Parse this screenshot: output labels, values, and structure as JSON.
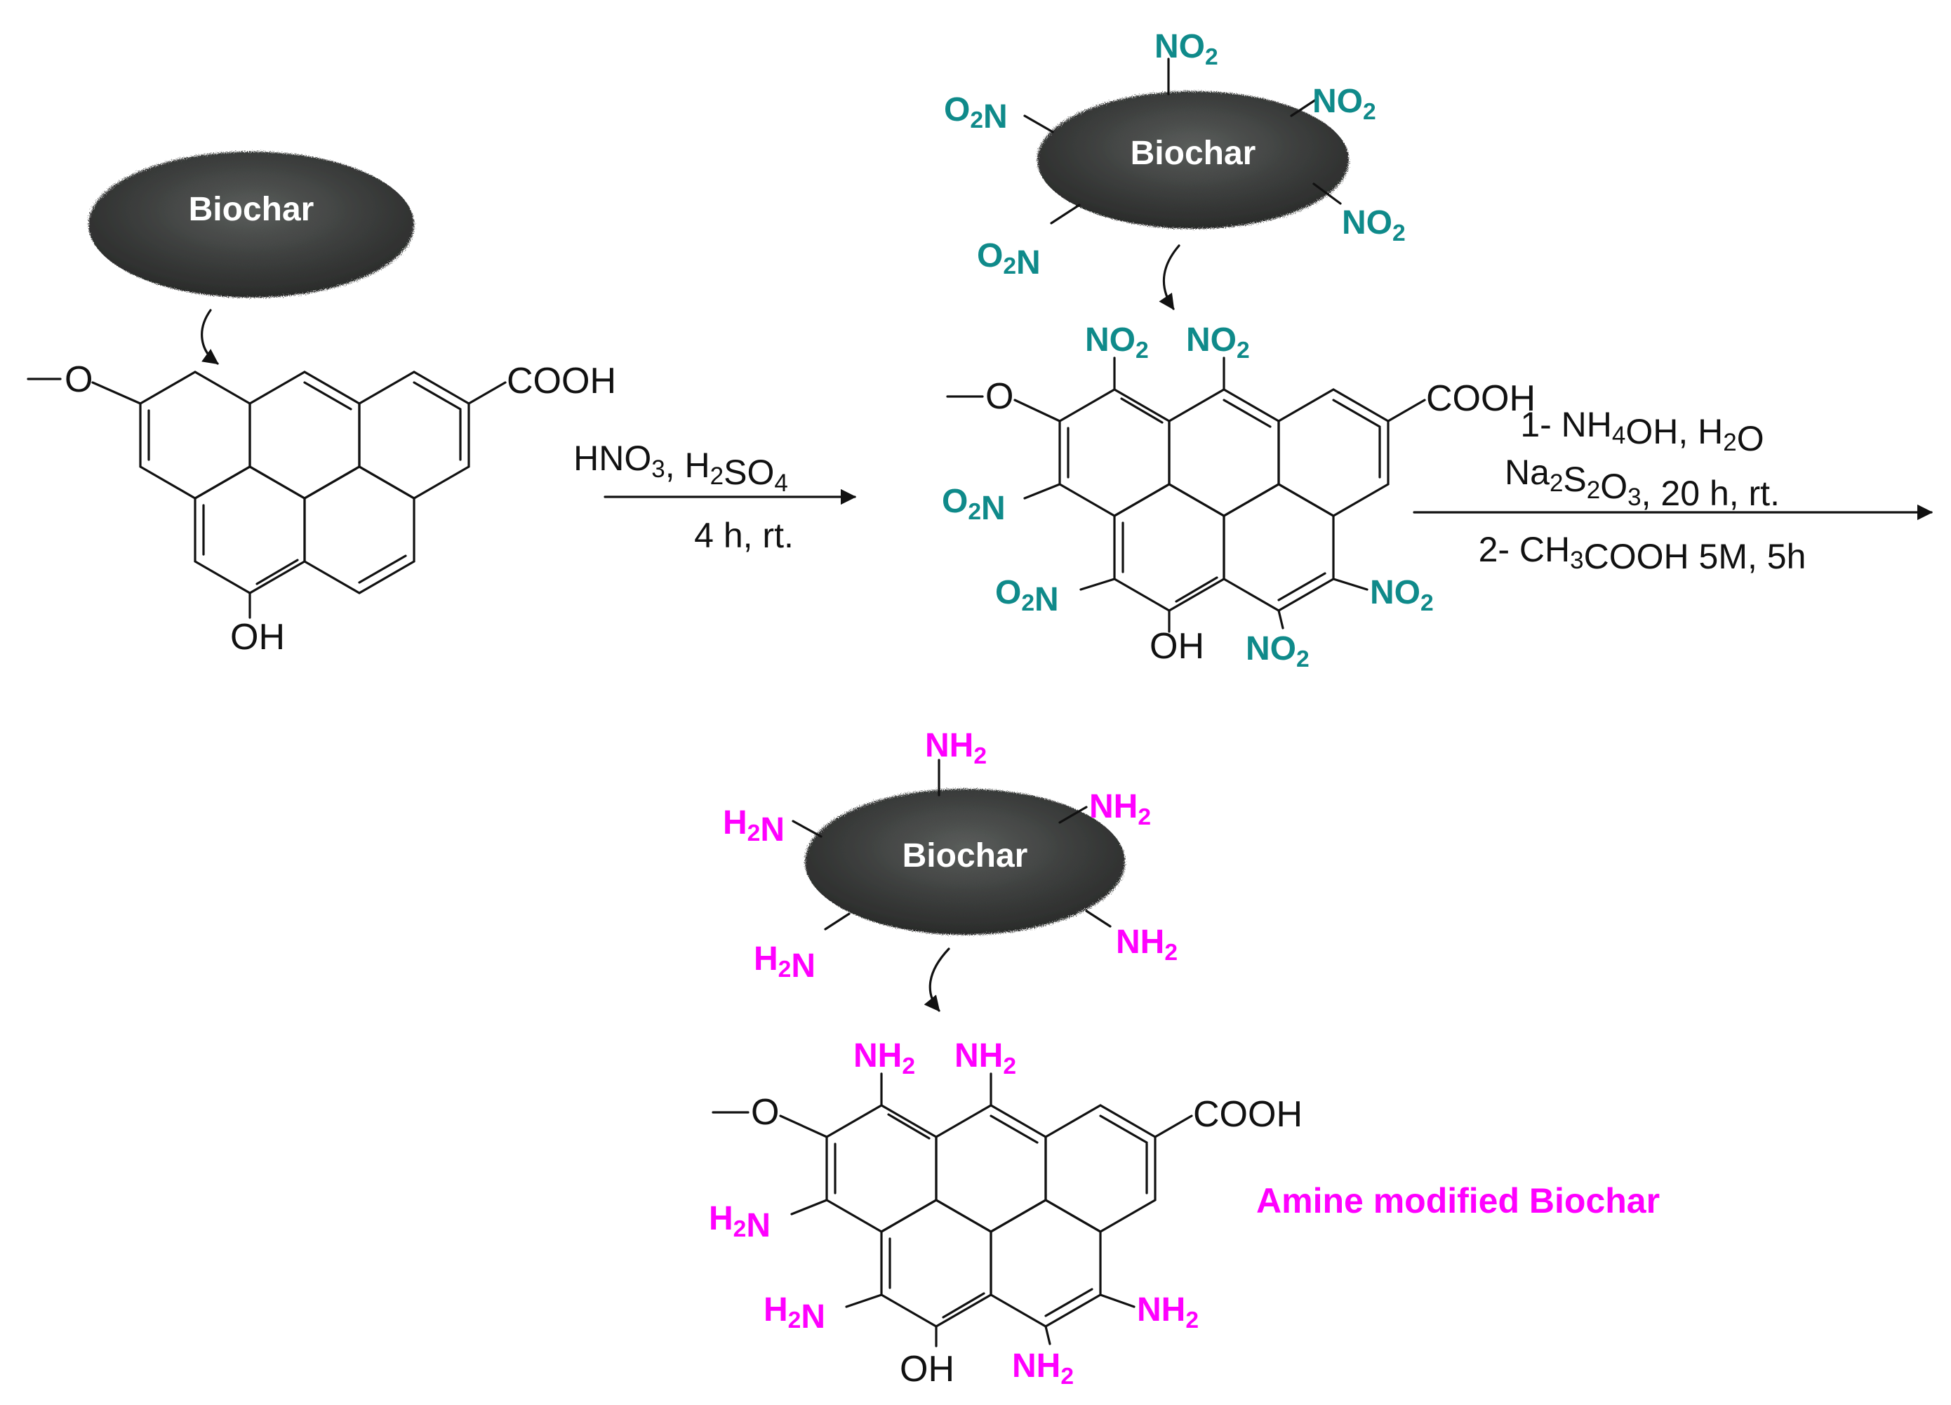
{
  "colors": {
    "nitro": "#0f8a8a",
    "amine": "#ff00ff",
    "biochar": "#3b3d3c",
    "text": "#111111"
  },
  "biochar_label": "Biochar",
  "start": {
    "methoxy": "O",
    "carboxyl": "COOH",
    "hydroxyl": "OH"
  },
  "nitrated": {
    "methoxy": "O",
    "carboxyl": "COOH",
    "hydroxyl": "OH",
    "nitro_group": "NO2",
    "nitro_group_left": "O2N"
  },
  "aminated": {
    "methoxy": "O",
    "carboxyl": "COOH",
    "hydroxyl": "OH",
    "amine_group": "NH2",
    "amine_group_left": "H2N"
  },
  "step1": {
    "reagents": "HNO3, H2SO4",
    "conditions": "4 h, rt."
  },
  "step2": {
    "line1": "1- NH4OH, H2O",
    "line2": "Na2S2O3, 20 h, rt.",
    "line3": "2- CH3COOH 5M, 5h"
  },
  "product_label": "Amine modified Biochar"
}
